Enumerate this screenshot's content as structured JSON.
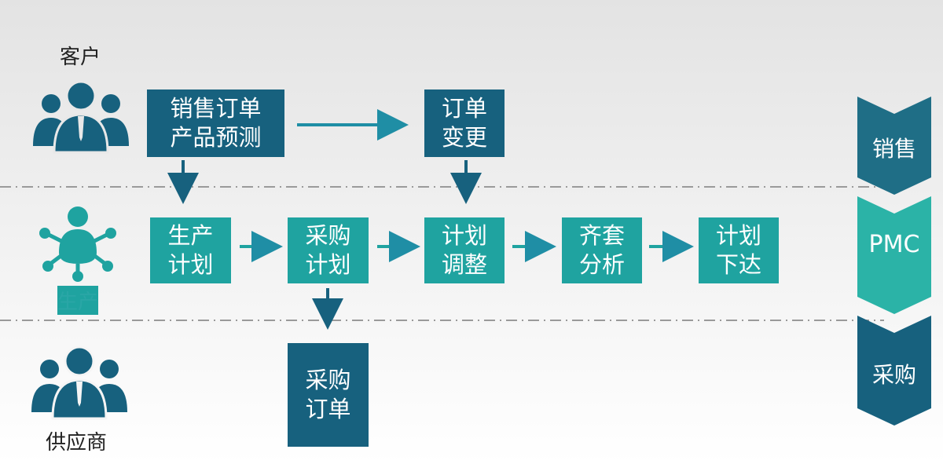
{
  "lanes": {
    "customer": "客户",
    "production": "生产",
    "supplier": "供应商"
  },
  "boxes": {
    "sales_order": "销售订单\n产品预测",
    "order_change": "订单\n变更",
    "production_plan": "生产\n计划",
    "purchase_plan": "采购\n计划",
    "plan_adjust": "计划\n调整",
    "kit_analysis": "齐套\n分析",
    "plan_release": "计划\n下达",
    "purchase_order": "采购\n订单"
  },
  "side_chevrons": {
    "sales": "销售",
    "pmc": "PMC",
    "purchase": "采购"
  },
  "colors": {
    "dark_blue": "#17617e",
    "teal": "#1fa3a0",
    "chevron_top": "#1f6e86",
    "chevron_mid": "#2bb3a7",
    "chevron_bottom": "#17617e"
  }
}
